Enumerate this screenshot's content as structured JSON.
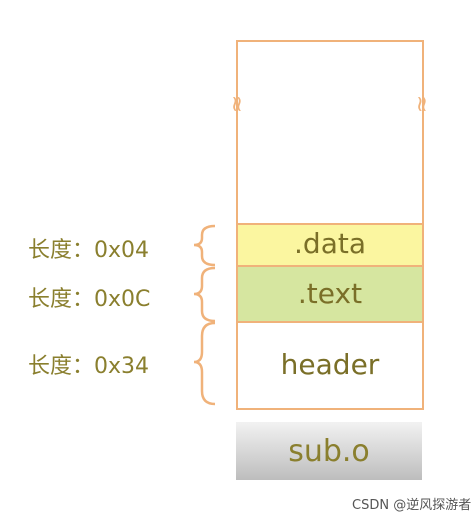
{
  "lengths": [
    {
      "label": "长度：0x04"
    },
    {
      "label": "长度：0x0C"
    },
    {
      "label": "长度：0x34"
    }
  ],
  "sections": [
    {
      "name": ".data",
      "fill": "#fbf6a0"
    },
    {
      "name": ".text",
      "fill": "#d6e6a0"
    },
    {
      "name": "header",
      "fill": "#ffffff"
    }
  ],
  "file": {
    "name": "sub.o"
  },
  "break_symbol": "≈",
  "colors": {
    "outline": "#f0b27a",
    "label": "#8a7f2e"
  },
  "watermark": "CSDN @逆风探游者"
}
